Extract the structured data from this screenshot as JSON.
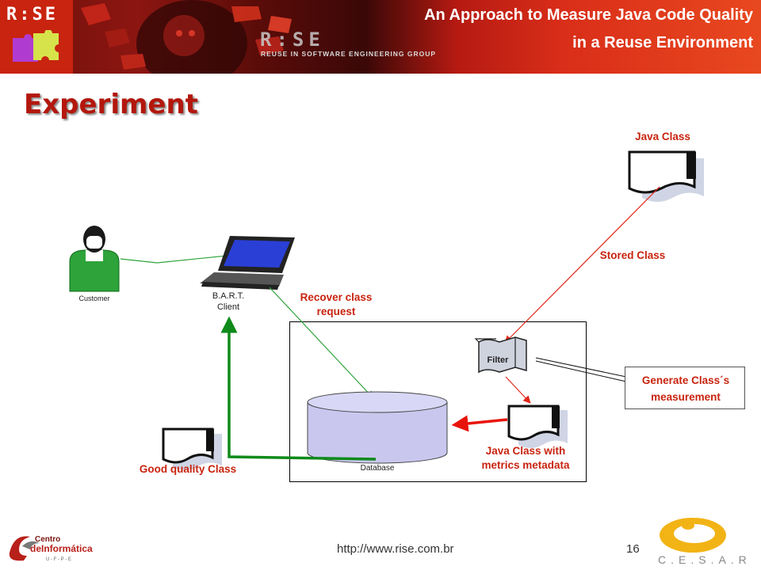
{
  "header": {
    "logo_text": "R:SE",
    "banner_logo": "R:SE",
    "banner_subtitle": "REUSE IN SOFTWARE ENGINEERING GROUP",
    "title_line1": "An Approach to Measure Java Code Quality",
    "title_line2": "in a Reuse Environment"
  },
  "slide": {
    "heading": "Experiment"
  },
  "diagram": {
    "customer_label": "Customer",
    "client_label_1": "B.A.R.T.",
    "client_label_2": "Client",
    "java_class_label": "Java Class",
    "stored_class_label": "Stored Class",
    "recover_label_1": "Recover class",
    "recover_label_2": "request",
    "filter_label": "Filter",
    "generate_label": "Generate Class´s measurement",
    "java_metrics_label_1": "Java Class with",
    "java_metrics_label_2": "metrics metadata",
    "good_quality_label": "Good quality Class",
    "database_label": "Database"
  },
  "footer": {
    "url": "http://www.rise.com.br",
    "page_number": "16",
    "cin_logo_text_1": "Centro",
    "cin_logo_text_2": "deInformática",
    "cin_logo_text_3": "U - F - P - E",
    "cesar_logo_text": "C.E.S.A.R"
  },
  "colors": {
    "brand_red": "#c8240f",
    "heading_red": "#b3170d",
    "customer_green": "#2ea33a",
    "arrow_green": "#0e8a1a",
    "database_fill": "#c9c7ee",
    "cesar_yellow": "#f2b315"
  }
}
